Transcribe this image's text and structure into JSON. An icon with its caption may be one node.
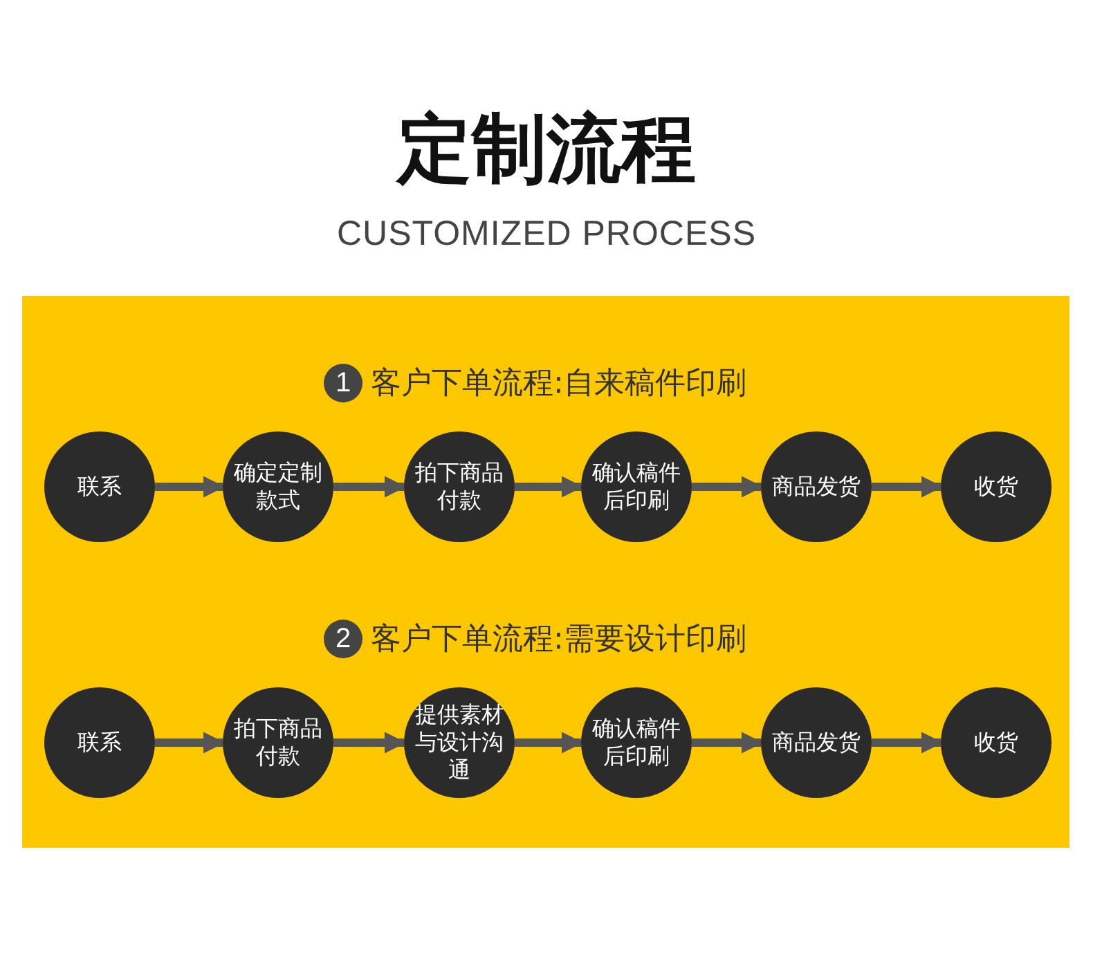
{
  "diagram": {
    "title": "定制流程",
    "nodes": [
      {
        "text": [
          "联系"
        ]
      },
      {
        "text": [
          "确定定制款式"
        ]
      },
      {
        "text": [
          "拍下商品付款"
        ]
      },
      {
        "text": [
          "确认稿件后印刷"
        ]
      },
      {
        "text": [
          "商品发货"
        ]
      },
      {
        "text": [
          "收货"
        ]
      },
      {
        "text": [
          "联系"
        ]
      },
      {
        "text": [
          "拍下商品付款"
        ]
      },
      {
        "text": [
          "提供素材与设计沟通"
        ]
      },
      {
        "text": [
          "确认稿件后印刷"
        ]
      },
      {
        "text": [
          "商品发货"
        ]
      },
      {
        "text": [
          "收货"
        ]
      }
    ],
    "edges": [
      {
        "from": 0,
        "to": 1,
        "arrow": "to"
      },
      {
        "from": 1,
        "to": 2,
        "arrow": "to"
      },
      {
        "from": 2,
        "to": 3,
        "arrow": "to"
      },
      {
        "from": 3,
        "to": 4,
        "arrow": "to"
      },
      {
        "from": 4,
        "to": 5,
        "arrow": "to"
      },
      {
        "from": 6,
        "to": 7,
        "arrow": "to"
      },
      {
        "from": 7,
        "to": 8,
        "arrow": "to"
      },
      {
        "from": 8,
        "to": 9,
        "arrow": "to"
      },
      {
        "from": 9,
        "to": 10,
        "arrow": "to"
      },
      {
        "from": 10,
        "to": 11,
        "arrow": "to"
      }
    ],
    "labels": [
      "CUSTOMIZED PROCESS",
      "1",
      "客户下单流程:自来稿件印刷",
      "2",
      "客户下单流程:需要设计印刷"
    ]
  }
}
